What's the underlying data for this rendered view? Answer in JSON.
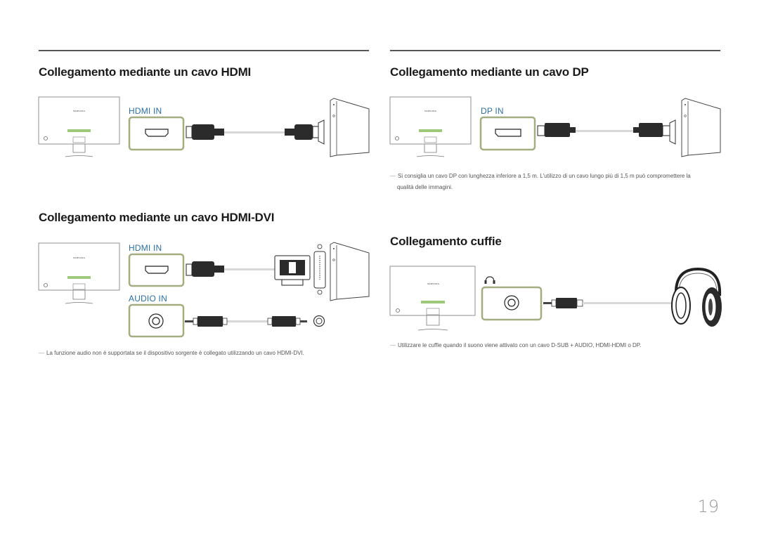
{
  "sections": {
    "hdmi": {
      "title": "Collegamento mediante un cavo HDMI",
      "port": "HDMI IN"
    },
    "dp": {
      "title": "Collegamento mediante un cavo DP",
      "port": "DP IN",
      "note_line1": "Si consiglia un cavo DP con lunghezza inferiore a 1,5 m. L'utilizzo di un cavo lungo più di 1,5 m può compromettere la",
      "note_line2": "qualità delle immagini."
    },
    "hdmi_dvi": {
      "title": "Collegamento mediante un cavo HDMI-DVI",
      "port_hdmi": "HDMI IN",
      "port_audio": "AUDIO IN",
      "note": "La funzione audio non è supportata se il dispositivo sorgente è collegato utilizzando un cavo HDMI-DVI."
    },
    "headphones": {
      "title": "Collegamento cuffie",
      "note": "Utilizzare le cuffie quando il suono viene attivato con un cavo D-SUB + AUDIO, HDMI-HDMI o DP."
    }
  },
  "monitor_brand": "SAMSUNG",
  "page_number": "19",
  "colors": {
    "accent_frame": "#a2ad80",
    "port_label": "#2d6e9e",
    "control_strip": "#9fc97a",
    "cable": "#d8d8d8"
  },
  "icons": [
    "hdmi-port-icon",
    "dp-port-icon",
    "audio-jack-icon",
    "dvi-connector-icon",
    "headphone-icon",
    "headphone-symbol-icon",
    "pc-tower-icon"
  ]
}
